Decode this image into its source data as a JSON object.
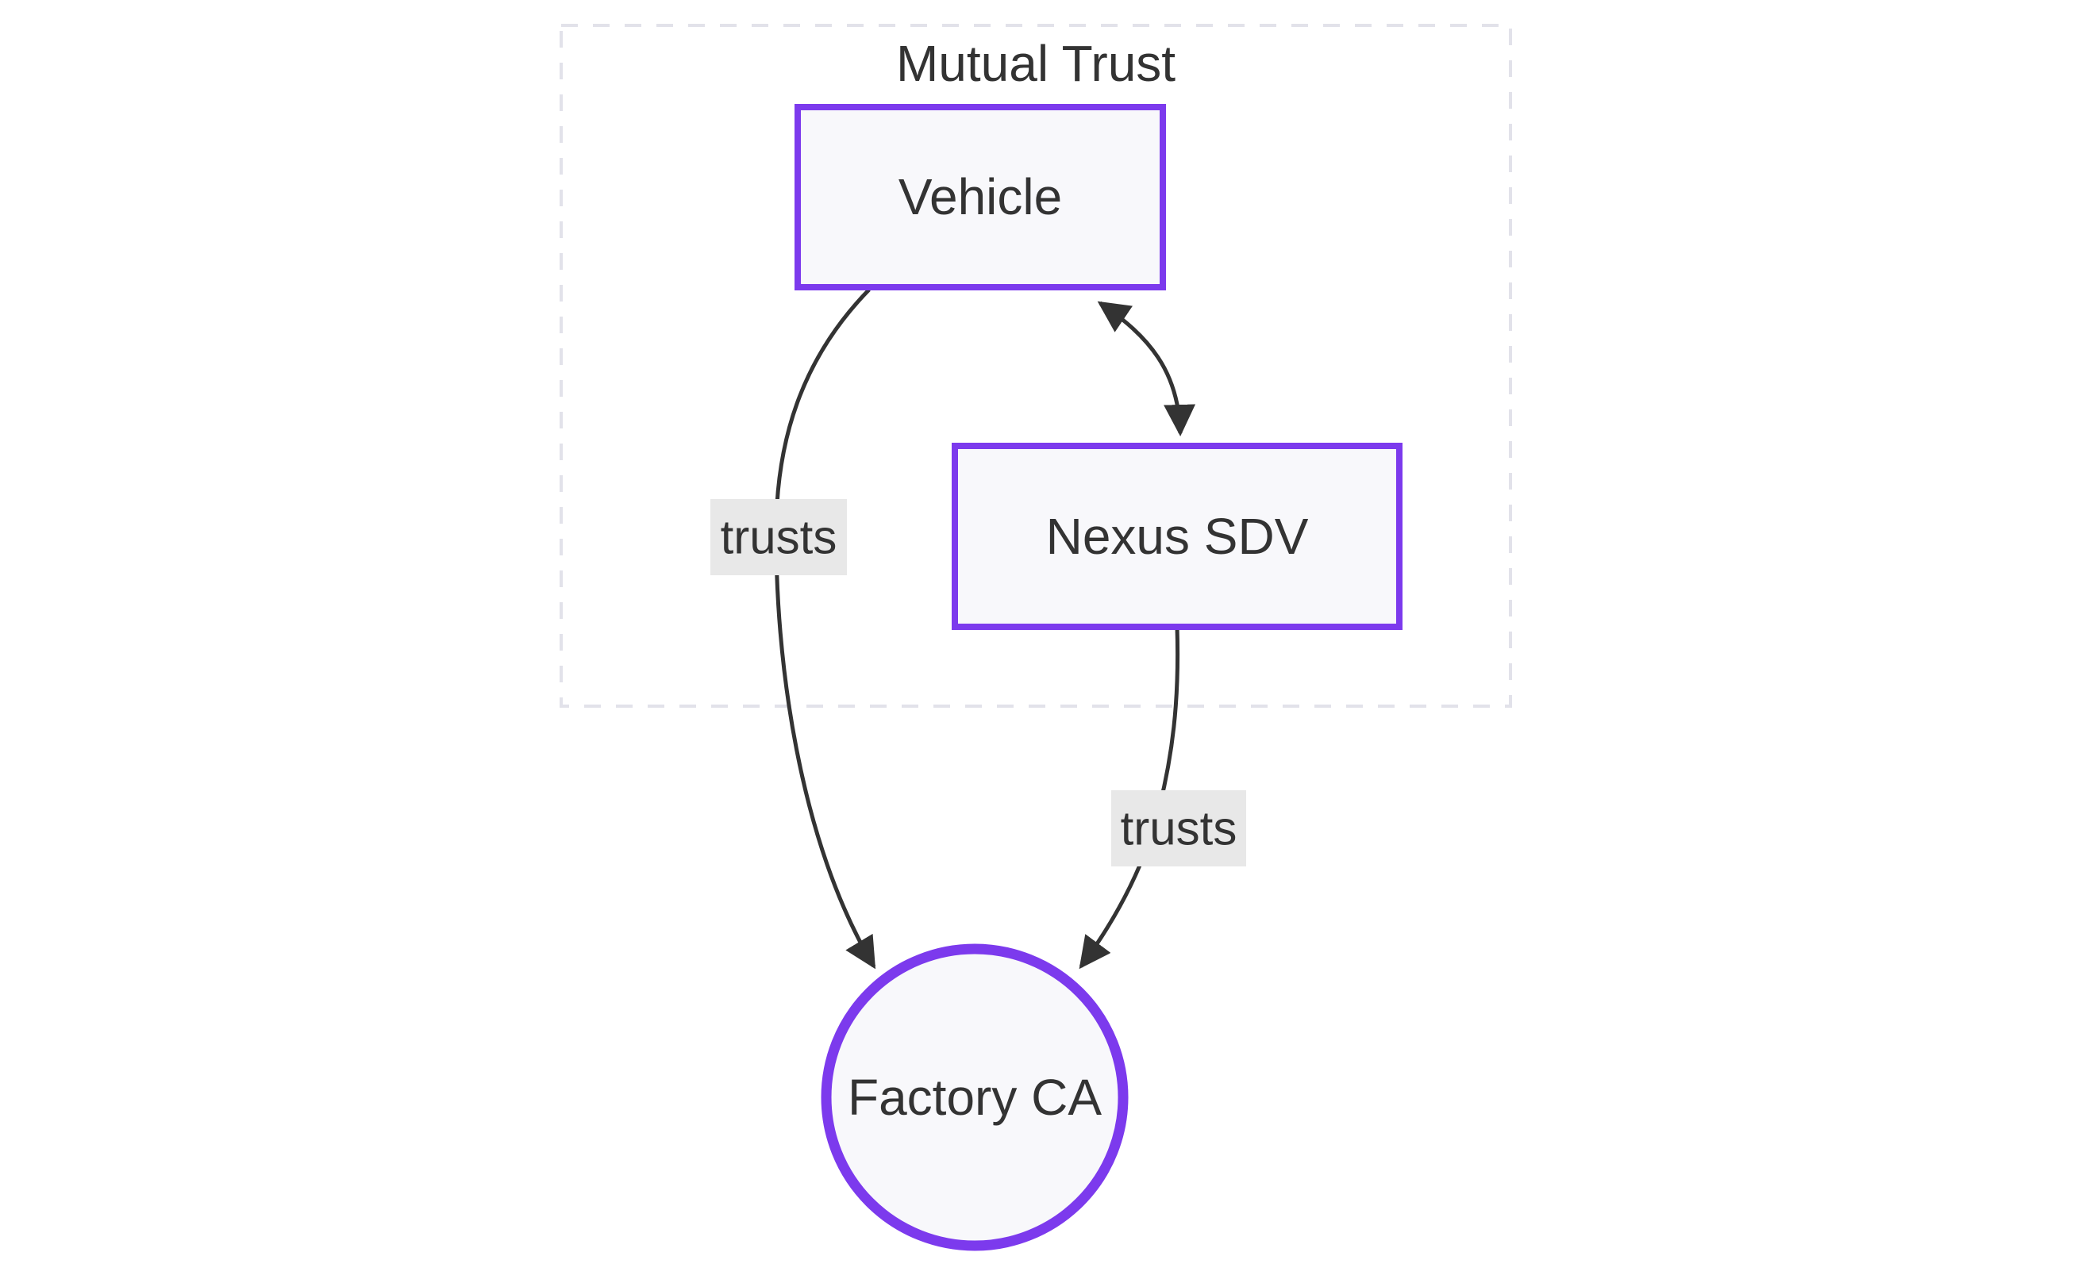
{
  "diagram": {
    "type": "flowchart",
    "cluster": {
      "label": "Mutual Trust"
    },
    "nodes": [
      {
        "id": "vehicle",
        "label": "Vehicle",
        "shape": "rect",
        "in_cluster": true
      },
      {
        "id": "nexus_sdv",
        "label": "Nexus SDV",
        "shape": "rect",
        "in_cluster": true
      },
      {
        "id": "factory_ca",
        "label": "Factory CA",
        "shape": "circle",
        "in_cluster": false
      }
    ],
    "edges": [
      {
        "from": "vehicle",
        "to": "nexus_sdv",
        "direction": "both",
        "label": ""
      },
      {
        "from": "vehicle",
        "to": "factory_ca",
        "direction": "one",
        "label": "trusts"
      },
      {
        "from": "nexus_sdv",
        "to": "factory_ca",
        "direction": "one",
        "label": "trusts"
      }
    ],
    "colors": {
      "accent": "#7C3AED",
      "edge": "#333333",
      "text": "#333333",
      "node_fill": "#F8F8FB",
      "edge_label_bg": "#E8E8E8",
      "cluster_border": "#E2E2EA",
      "background": "#FFFFFF"
    }
  }
}
